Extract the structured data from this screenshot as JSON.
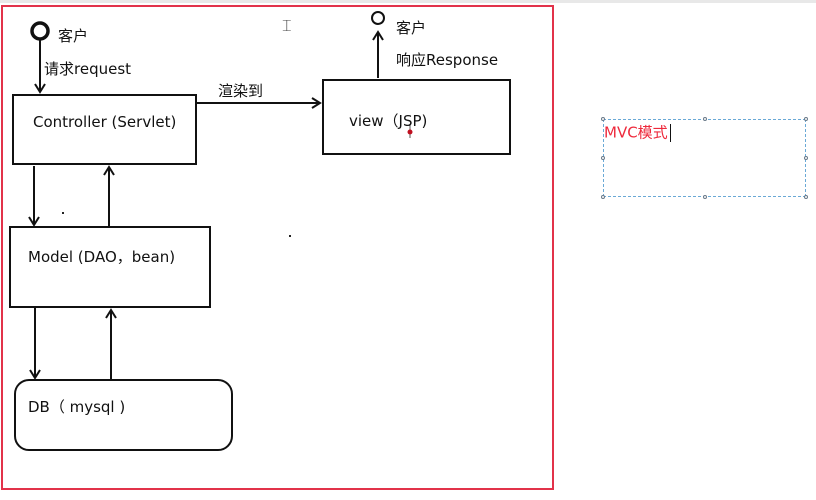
{
  "diagram": {
    "client_top_left": "客户",
    "request_label": "请求request",
    "controller_label": "Controller (Servlet)",
    "render_label": "渲染到",
    "view_label": "view（JSP)",
    "client_top_right": "客户",
    "response_label": "响应Response",
    "model_label": "Model (DAO，bean)",
    "db_label": "DB（ mysql )"
  },
  "textbox": {
    "text": "MVC模式",
    "color": "#ee2a3c"
  },
  "colors": {
    "frame": "#e2324a",
    "selection": "#6aa9d6"
  },
  "icons": [
    "text-cursor-icon",
    "person-icon"
  ]
}
